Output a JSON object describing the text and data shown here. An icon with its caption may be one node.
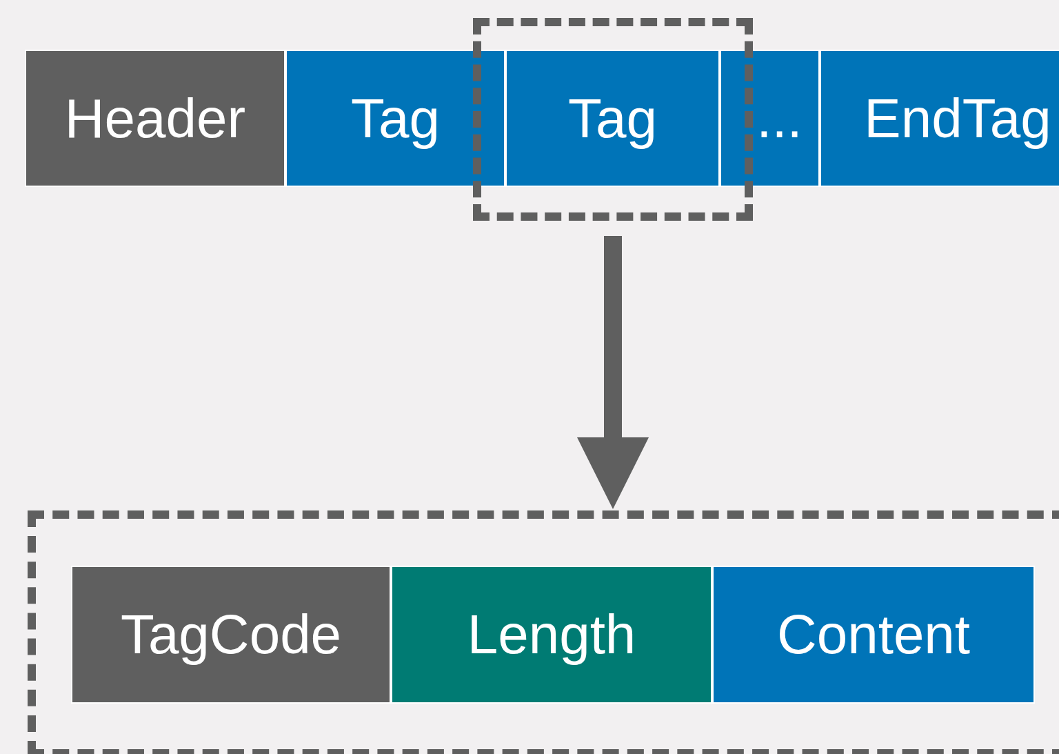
{
  "diagram": {
    "nodes": [
      {
        "text": [
          "Header"
        ]
      },
      {
        "text": [
          "Tag"
        ]
      },
      {
        "text": [],
        "shape": "box"
      },
      {
        "text": [
          "Tag"
        ],
        "in": 2
      },
      {
        "text": [
          "..."
        ]
      },
      {
        "text": [
          "EndTag"
        ]
      },
      {
        "text": [],
        "shape": "box"
      },
      {
        "text": [
          "TagCode"
        ],
        "in": 6
      },
      {
        "text": [
          "Length"
        ],
        "in": 6
      },
      {
        "text": [
          "Content"
        ],
        "in": 6
      }
    ],
    "edges": [
      {
        "from": 2,
        "to": 6,
        "arrow": "to"
      }
    ]
  }
}
